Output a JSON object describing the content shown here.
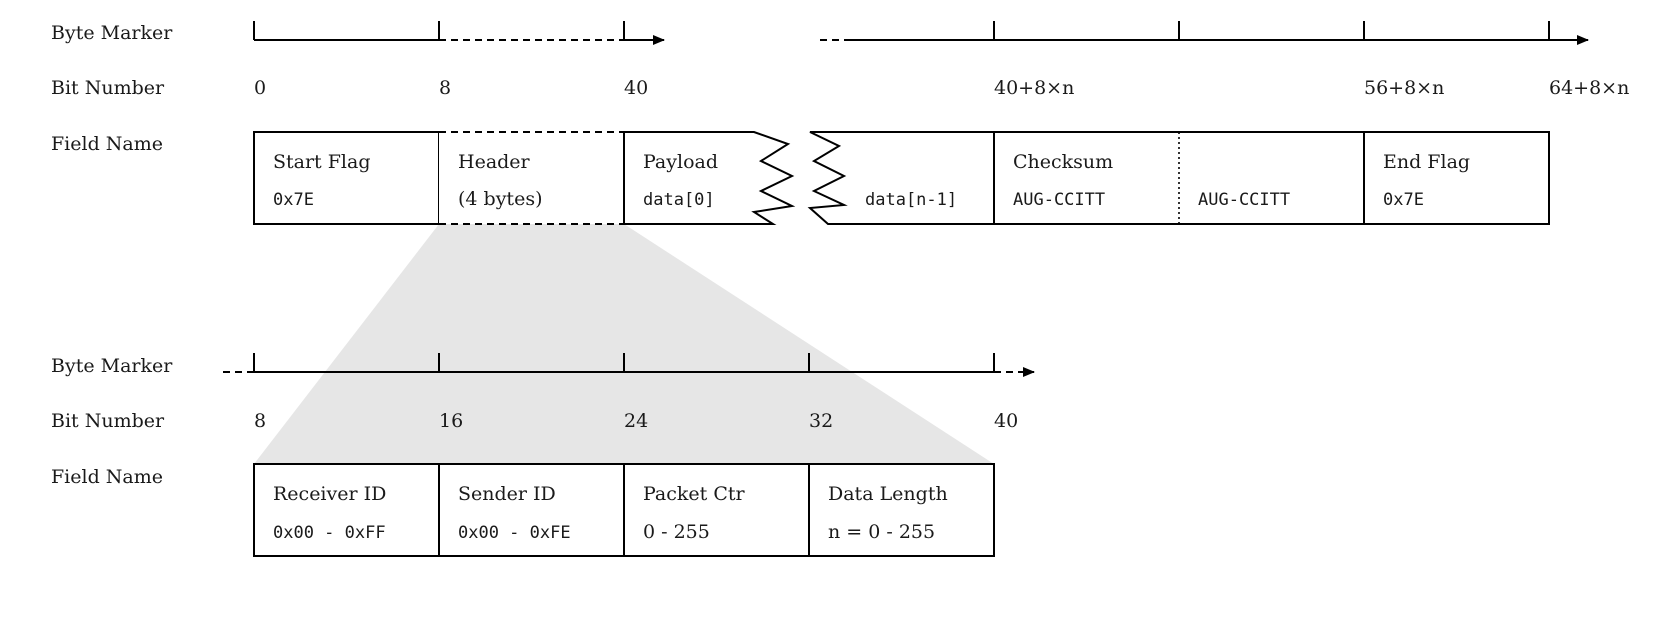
{
  "row_labels": {
    "byte_marker": "Byte Marker",
    "bit_number": "Bit Number",
    "field_name": "Field Name"
  },
  "frame": {
    "bit_numbers": [
      "0",
      "8",
      "40",
      "40+8×n",
      "56+8×n",
      "64+8×n"
    ],
    "fields": {
      "start_flag": {
        "name": "Start Flag",
        "value": "0x7E"
      },
      "header": {
        "name": "Header",
        "value": "(4 bytes)"
      },
      "payload": {
        "name": "Payload",
        "value": "data[0]"
      },
      "payload_end": {
        "value": "data[n-1]"
      },
      "checksum": {
        "name": "Checksum",
        "value_1": "AUG-CCITT",
        "value_2": "AUG-CCITT"
      },
      "end_flag": {
        "name": "End Flag",
        "value": "0x7E"
      }
    }
  },
  "header_detail": {
    "bit_numbers": [
      "8",
      "16",
      "24",
      "32",
      "40"
    ],
    "fields": [
      {
        "name": "Receiver ID",
        "value": "0x00 - 0xFF",
        "mono": true
      },
      {
        "name": "Sender ID",
        "value": "0x00 - 0xFE",
        "mono": true
      },
      {
        "name": "Packet Ctr",
        "value": "0 - 255",
        "mono": false
      },
      {
        "name": "Data Length",
        "value": "n = 0 - 255",
        "mono": false
      }
    ]
  },
  "colors": {
    "line": "#000000",
    "zoom_fill": "#e6e6e6",
    "text": "#1a1a1a"
  }
}
